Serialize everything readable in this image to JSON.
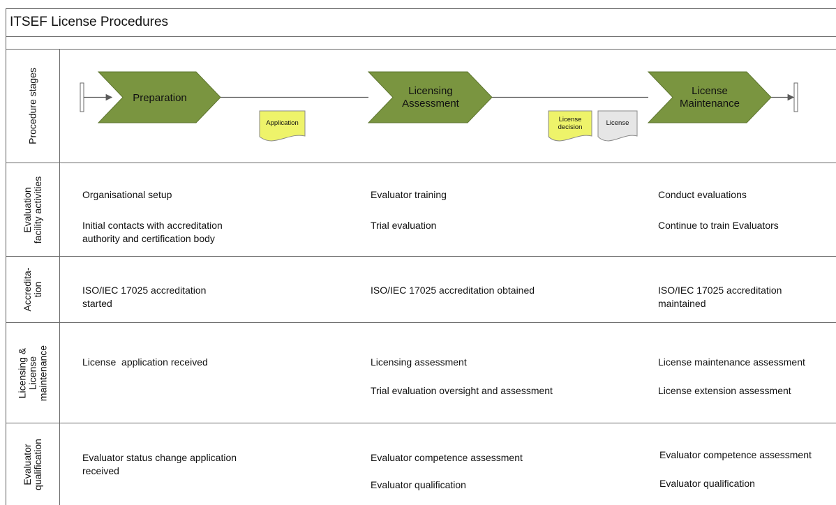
{
  "title": "ITSEF License Procedures",
  "colors": {
    "stage_fill": "#7a9540",
    "stage_stroke": "#5e7530",
    "doc_yellow": "#eef36a",
    "doc_gray": "#e6e6e6",
    "lines": "#5a5a5a"
  },
  "lanes": {
    "stages": {
      "label": "Procedure stages"
    },
    "facility": {
      "label": "Evaluation\nfacility activities",
      "col1": [
        "Organisational setup",
        "Initial contacts with accreditation\nauthority and certification body"
      ],
      "col2": [
        "Evaluator training",
        "Trial evaluation"
      ],
      "col3": [
        "Conduct evaluations",
        "Continue to train Evaluators"
      ]
    },
    "accreditation": {
      "label": "Accredita-\ntion",
      "col1": [
        "ISO/IEC 17025 accreditation\nstarted"
      ],
      "col2": [
        "ISO/IEC 17025 accreditation obtained"
      ],
      "col3": [
        "ISO/IEC 17025 accreditation\nmaintained"
      ]
    },
    "licensing": {
      "label": "Licensing &\nLicense\nmaintenance",
      "col1": [
        "License  application received"
      ],
      "col2": [
        "Licensing assessment",
        "Trial evaluation oversight and assessment"
      ],
      "col3": [
        "License maintenance assessment",
        "License extension assessment"
      ]
    },
    "qualification": {
      "label": "Evaluator\nqualification",
      "col1": [
        "Evaluator status change application\nreceived"
      ],
      "col2": [
        "Evaluator competence assessment",
        "Evaluator qualification"
      ],
      "col3": [
        "Evaluator competence assessment",
        "Evaluator qualification"
      ]
    }
  },
  "stages": [
    {
      "label": "Preparation"
    },
    {
      "label": "Licensing\nAssessment"
    },
    {
      "label": "License\nMaintenance"
    }
  ],
  "documents": [
    {
      "label": "Application",
      "color": "yellow"
    },
    {
      "label": "License\ndecision",
      "color": "yellow"
    },
    {
      "label": "License",
      "color": "gray"
    }
  ]
}
